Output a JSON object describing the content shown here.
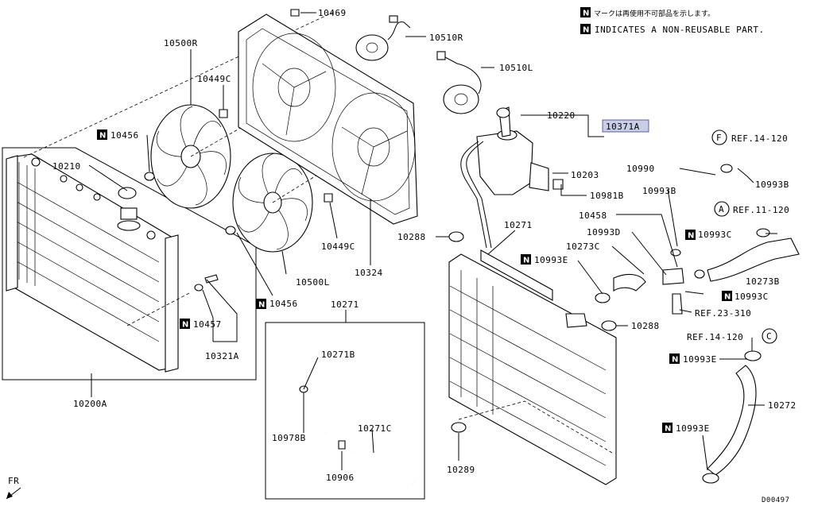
{
  "legend": {
    "n_symbol": "N",
    "jp_note": "マークは再使用不可部品を示します。",
    "en_note": "INDICATES A NON-REUSABLE PART."
  },
  "labels": {
    "p10469": "10469",
    "p10510R": "10510R",
    "p10510L": "10510L",
    "p10500R": "10500R",
    "p10449C_a": "10449C",
    "p10456_a": "10456",
    "p10210": "10210",
    "p10220": "10220",
    "p10371A": "10371A",
    "p10203": "10203",
    "p10981B": "10981B",
    "p10990": "10990",
    "p10993B_a": "10993B",
    "p10993B_b": "10993B",
    "refF": "REF.14-120",
    "refA": "REF.11-120",
    "p10458": "10458",
    "p10993D": "10993D",
    "p10273C": "10273C",
    "p10993E_a": "10993E",
    "p10993C_a": "10993C",
    "p10993C_b": "10993C",
    "p10273B": "10273B",
    "ref23": "REF.23-310",
    "p10271_a": "10271",
    "p10288_a": "10288",
    "p10288_b": "10288",
    "p10449C_b": "10449C",
    "p10324": "10324",
    "p10500L": "10500L",
    "p10456_b": "10456",
    "p10457": "10457",
    "p10321A": "10321A",
    "p10200A": "10200A",
    "p10271_b": "10271",
    "p10271B": "10271B",
    "p10978B": "10978B",
    "p10271C": "10271C",
    "p10906": "10906",
    "p10289": "10289",
    "refC": "REF.14-120",
    "p10993E_b": "10993E",
    "p10272": "10272",
    "p10993E_c": "10993E",
    "fr": "FR",
    "doc_id": "D00497"
  },
  "callouts": {
    "F": "F",
    "A": "A",
    "C": "C"
  },
  "colors": {
    "highlight_fill": "#c9cde6",
    "highlight_stroke": "#3c4694",
    "ink": "#000000"
  }
}
